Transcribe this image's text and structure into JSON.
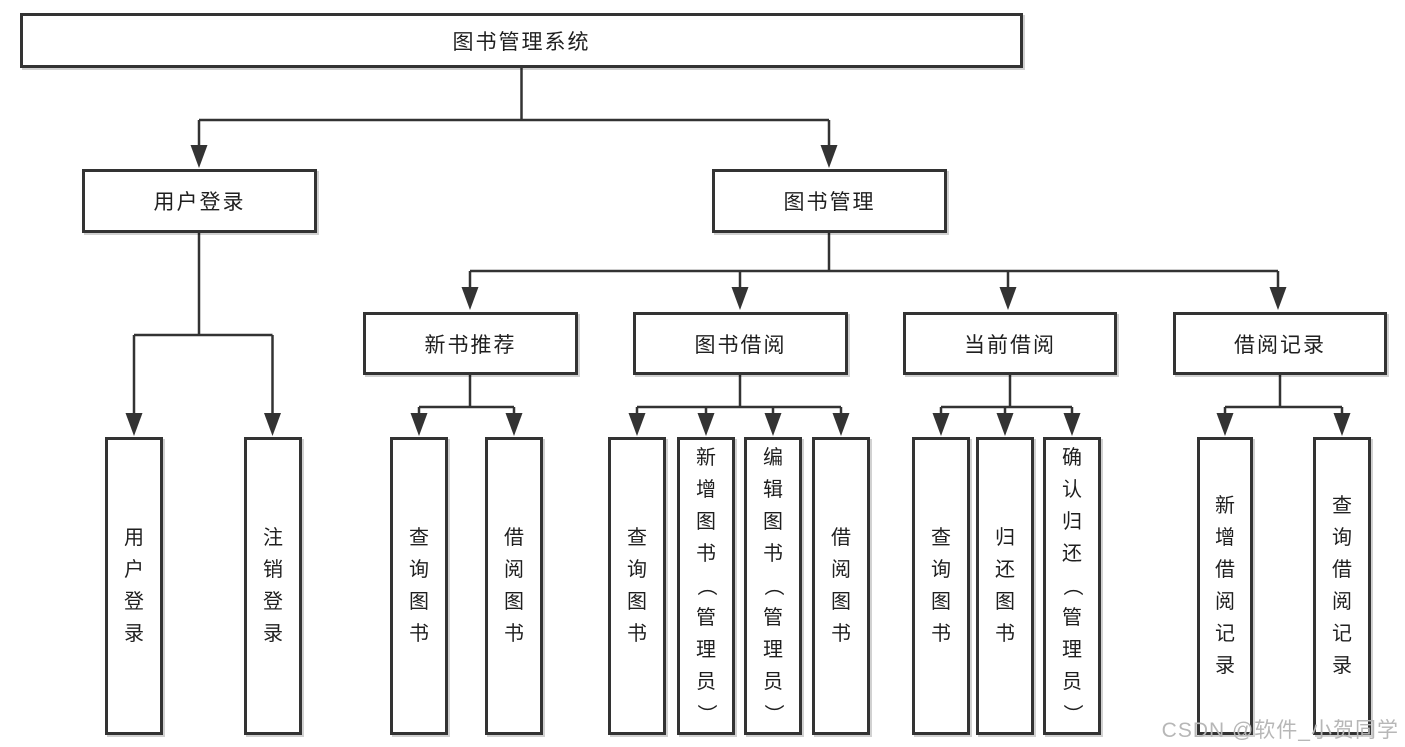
{
  "tree": {
    "label": "图书管理系统",
    "children": [
      {
        "label": "用户登录",
        "children": [
          {
            "label": "用户登录"
          },
          {
            "label": "注销登录"
          }
        ]
      },
      {
        "label": "图书管理",
        "children": [
          {
            "label": "新书推荐",
            "children": [
              {
                "label": "查询图书"
              },
              {
                "label": "借阅图书"
              }
            ]
          },
          {
            "label": "图书借阅",
            "children": [
              {
                "label": "查询图书"
              },
              {
                "label": "新增图书（管理员）"
              },
              {
                "label": "编辑图书（管理员）"
              },
              {
                "label": "借阅图书"
              }
            ]
          },
          {
            "label": "当前借阅",
            "children": [
              {
                "label": "查询图书"
              },
              {
                "label": "归还图书"
              },
              {
                "label": "确认归还（管理员）"
              }
            ]
          },
          {
            "label": "借阅记录",
            "children": [
              {
                "label": "新增借阅记录"
              },
              {
                "label": "查询借阅记录"
              }
            ]
          }
        ]
      }
    ]
  },
  "watermark": {
    "text": "CSDN @软件_小贺同学"
  },
  "colors": {
    "line": "#333333",
    "text": "#1f1f1f",
    "watermark": "#b7b7b7",
    "background": "#ffffff"
  }
}
